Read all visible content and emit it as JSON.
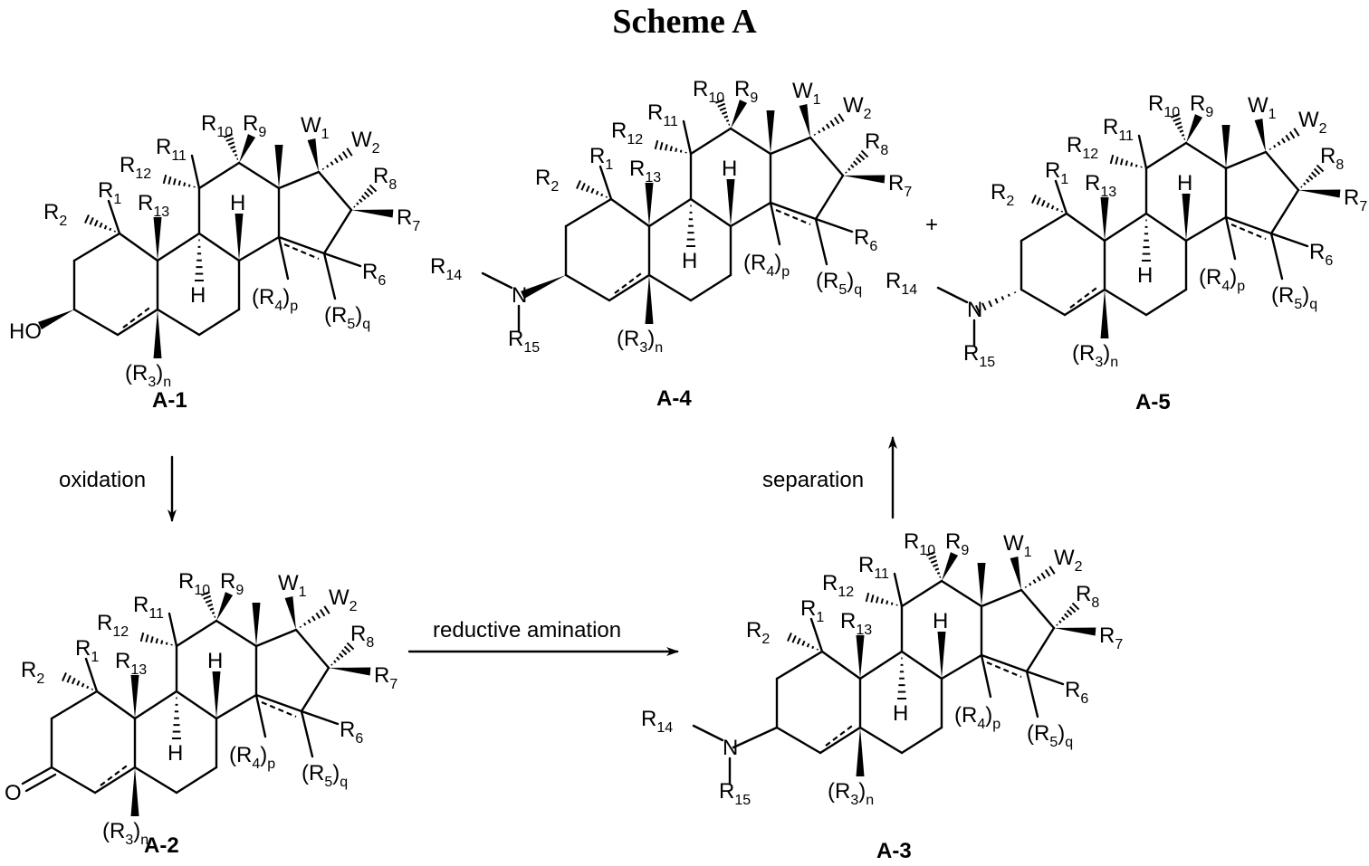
{
  "title": "Scheme A",
  "compounds": [
    {
      "id": "A-1",
      "label": "A-1",
      "group": "HO"
    },
    {
      "id": "A-2",
      "label": "A-2",
      "group": "O"
    },
    {
      "id": "A-3",
      "label": "A-3",
      "group": "amine"
    },
    {
      "id": "A-4",
      "label": "A-4",
      "group": "amine"
    },
    {
      "id": "A-5",
      "label": "A-5",
      "group": "amine"
    }
  ],
  "labels": {
    "ho": "HO",
    "o": "O",
    "n": "N",
    "h": "H",
    "r": "R",
    "r1": "1",
    "r2": "2",
    "r3": "3",
    "r4": "4",
    "r5": "5",
    "r6": "6",
    "r7": "7",
    "r8": "8",
    "r9": "9",
    "r10": "10",
    "r11": "11",
    "r12": "12",
    "r13": "13",
    "r14": "14",
    "r15": "15",
    "w": "W",
    "w1": "1",
    "w2": "2",
    "sub_n": "n",
    "sub_p": "p",
    "sub_q": "q"
  },
  "plus": "+",
  "arrows": {
    "oxidation": "oxidation",
    "reductive_amination": "reductive amination",
    "separation": "separation"
  }
}
